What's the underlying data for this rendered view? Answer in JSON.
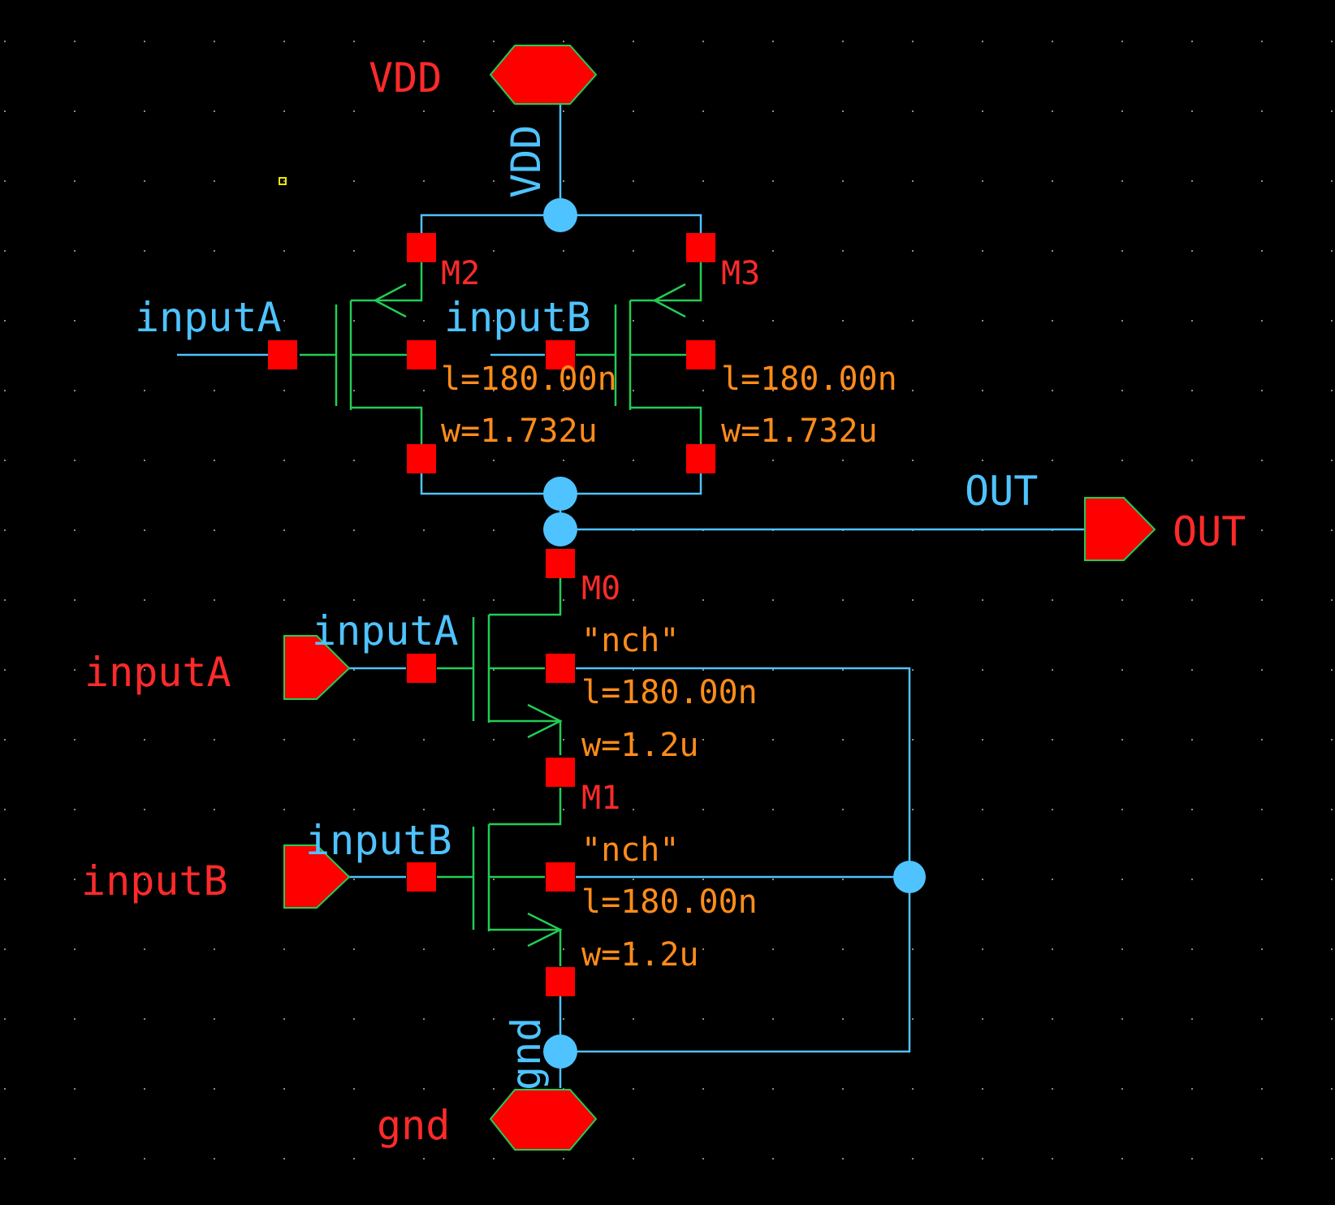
{
  "pins": {
    "vdd": "VDD",
    "gnd": "gnd",
    "input_a": "inputA",
    "input_b": "inputB",
    "out": "OUT"
  },
  "nets": {
    "vdd": "VDD",
    "gnd": "gnd",
    "input_a": "inputA",
    "input_b": "inputB",
    "out": "OUT"
  },
  "devices": {
    "m2": {
      "name": "M2",
      "l": "l=180.00n",
      "w": "w=1.732u"
    },
    "m3": {
      "name": "M3",
      "l": "l=180.00n",
      "w": "w=1.732u"
    },
    "m0": {
      "name": "M0",
      "model": "\"nch\"",
      "l": "l=180.00n",
      "w": "w=1.2u"
    },
    "m1": {
      "name": "M1",
      "model": "\"nch\"",
      "l": "l=180.00n",
      "w": "w=1.2u"
    }
  },
  "colors": {
    "background": "#000000",
    "wire": "#4fc3ff",
    "device": "#22cc55",
    "pin": "#ff0000",
    "param": "#ff8c1a"
  }
}
